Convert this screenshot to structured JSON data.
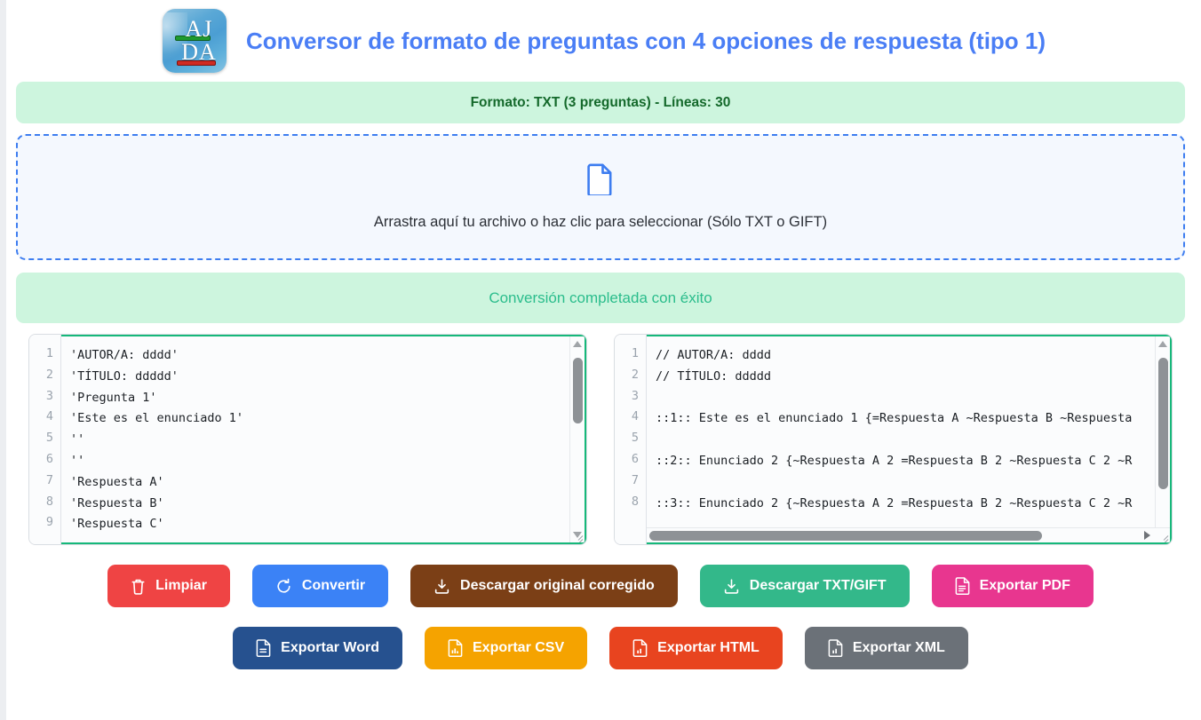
{
  "header": {
    "logo_alt": "AJDA",
    "logo_line1": "AJ",
    "logo_line2": "DA",
    "title": "Conversor de formato de preguntas con 4 opciones de respuesta (tipo 1)",
    "title_color": "#4a7ef5"
  },
  "status": {
    "format_banner": "Formato: TXT (3 preguntas) - Líneas: 30",
    "format_banner_color": "#14692b",
    "format_banner_bg": "#cdf5de",
    "success_banner": "Conversión completada con éxito",
    "success_banner_color": "#2bbd8c",
    "success_banner_bg": "#cdf5de"
  },
  "dropzone": {
    "icon": "file-document-icon",
    "text": "Arrastra aquí tu archivo o haz clic para seleccionar (Sólo TXT o GIFT)",
    "border_color": "#3d7df0",
    "bg_color": "#f4f8fe"
  },
  "editors": {
    "border_color": "#16b87a",
    "input": {
      "name": "input-editor",
      "line_numbers": [
        "1",
        "2",
        "3",
        "4",
        "5",
        "6",
        "7",
        "8",
        "9"
      ],
      "lines": [
        "'AUTOR/A: dddd'",
        "'TÍTULO: ddddd'",
        "'Pregunta 1'",
        "'Este es el enunciado 1'",
        "''",
        "''",
        "'Respuesta A'",
        "'Respuesta B'",
        "'Respuesta C'"
      ],
      "scroll_vertical": true,
      "scroll_horizontal": false
    },
    "output": {
      "name": "output-editor",
      "line_numbers": [
        "1",
        "2",
        "3",
        "4",
        "5",
        "6",
        "7",
        "8"
      ],
      "lines": [
        "// AUTOR/A: dddd",
        "// TÍTULO: ddddd",
        "",
        "::1:: Este es el enunciado 1 {=Respuesta A ~Respuesta B ~Respuesta",
        "",
        "::2:: Enunciado 2 {~Respuesta A 2 =Respuesta B 2 ~Respuesta C 2 ~R",
        "",
        "::3:: Enunciado 2 {~Respuesta A 2 =Respuesta B 2 ~Respuesta C 2 ~R"
      ],
      "scroll_vertical": true,
      "scroll_horizontal": true
    }
  },
  "buttons": {
    "row1": [
      {
        "label": "Limpiar",
        "icon": "trash-icon",
        "color": "#ef4444",
        "name": "clear-button"
      },
      {
        "label": "Convertir",
        "icon": "refresh-icon",
        "color": "#3b82f6",
        "name": "convert-button"
      },
      {
        "label": "Descargar original corregido",
        "icon": "download-icon",
        "color": "#7b3f16",
        "name": "download-original-button"
      },
      {
        "label": "Descargar TXT/GIFT",
        "icon": "download-icon",
        "color": "#33b88a",
        "name": "download-txt-gift-button"
      },
      {
        "label": "Exportar PDF",
        "icon": "file-pdf-icon",
        "color": "#e8368f",
        "name": "export-pdf-button"
      }
    ],
    "row2": [
      {
        "label": "Exportar Word",
        "icon": "file-word-icon",
        "color": "#26518f",
        "name": "export-word-button"
      },
      {
        "label": "Exportar CSV",
        "icon": "file-csv-icon",
        "color": "#f5a300",
        "name": "export-csv-button"
      },
      {
        "label": "Exportar HTML",
        "icon": "file-html-icon",
        "color": "#e8441f",
        "name": "export-html-button"
      },
      {
        "label": "Exportar XML",
        "icon": "file-xml-icon",
        "color": "#6b7178",
        "name": "export-xml-button"
      }
    ]
  }
}
